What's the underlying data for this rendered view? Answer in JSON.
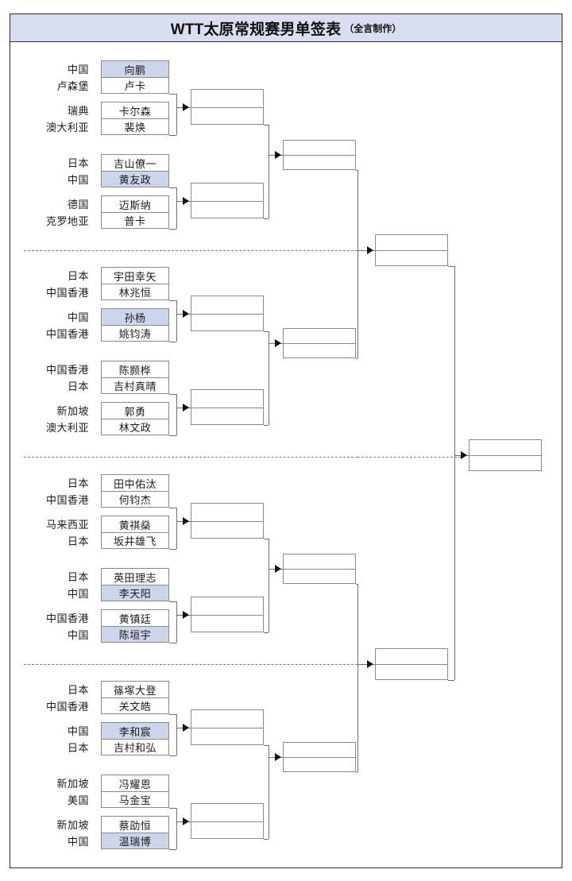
{
  "title": {
    "main": "WTT太原常规赛男单签表",
    "sub": "（全言制作）"
  },
  "colors": {
    "title_bg": "#d9dff0",
    "highlight": "#ccd5ea",
    "box_border": "#8a8a8a",
    "frame_border": "#2a2a2a"
  },
  "bracket": {
    "type": "single-elimination",
    "rounds": 5,
    "sections": [
      {
        "id": "section-1",
        "matches": [
          {
            "id": "m1",
            "players": [
              {
                "country": "中国",
                "name": "向鹏",
                "highlight": true
              },
              {
                "country": "卢森堡",
                "name": "卢卡",
                "highlight": false
              }
            ]
          },
          {
            "id": "m2",
            "players": [
              {
                "country": "瑞典",
                "name": "卡尔森",
                "highlight": false
              },
              {
                "country": "澳大利亚",
                "name": "裴焕",
                "highlight": false
              }
            ]
          },
          {
            "id": "m3",
            "players": [
              {
                "country": "日本",
                "name": "吉山僚一",
                "highlight": false
              },
              {
                "country": "中国",
                "name": "黄友政",
                "highlight": true
              }
            ]
          },
          {
            "id": "m4",
            "players": [
              {
                "country": "德国",
                "name": "迈斯纳",
                "highlight": false
              },
              {
                "country": "克罗地亚",
                "name": "普卡",
                "highlight": false
              }
            ]
          }
        ]
      },
      {
        "id": "section-2",
        "matches": [
          {
            "id": "m5",
            "players": [
              {
                "country": "日本",
                "name": "宇田幸矢",
                "highlight": false
              },
              {
                "country": "中国香港",
                "name": "林兆恒",
                "highlight": false
              }
            ]
          },
          {
            "id": "m6",
            "players": [
              {
                "country": "中国",
                "name": "孙杨",
                "highlight": true
              },
              {
                "country": "中国香港",
                "name": "姚钧涛",
                "highlight": false
              }
            ]
          },
          {
            "id": "m7",
            "players": [
              {
                "country": "中国香港",
                "name": "陈颢桦",
                "highlight": false
              },
              {
                "country": "日本",
                "name": "吉村真晴",
                "highlight": false
              }
            ]
          },
          {
            "id": "m8",
            "players": [
              {
                "country": "新加坡",
                "name": "郭勇",
                "highlight": false
              },
              {
                "country": "澳大利亚",
                "name": "林文政",
                "highlight": false
              }
            ]
          }
        ]
      },
      {
        "id": "section-3",
        "matches": [
          {
            "id": "m9",
            "players": [
              {
                "country": "日本",
                "name": "田中佑汰",
                "highlight": false
              },
              {
                "country": "中国香港",
                "name": "何钧杰",
                "highlight": false
              }
            ]
          },
          {
            "id": "m10",
            "players": [
              {
                "country": "马来西亚",
                "name": "黄祺燊",
                "highlight": false
              },
              {
                "country": "日本",
                "name": "坂井雄飞",
                "highlight": false
              }
            ]
          },
          {
            "id": "m11",
            "players": [
              {
                "country": "日本",
                "name": "英田理志",
                "highlight": false
              },
              {
                "country": "中国",
                "name": "李天阳",
                "highlight": true
              }
            ]
          },
          {
            "id": "m12",
            "players": [
              {
                "country": "中国香港",
                "name": "黄镇廷",
                "highlight": false
              },
              {
                "country": "中国",
                "name": "陈垣宇",
                "highlight": true
              }
            ]
          }
        ]
      },
      {
        "id": "section-4",
        "matches": [
          {
            "id": "m13",
            "players": [
              {
                "country": "日本",
                "name": "篠塚大登",
                "highlight": false
              },
              {
                "country": "中国香港",
                "name": "关文皓",
                "highlight": false
              }
            ]
          },
          {
            "id": "m14",
            "players": [
              {
                "country": "中国",
                "name": "李和宸",
                "highlight": true
              },
              {
                "country": "日本",
                "name": "吉村和弘",
                "highlight": false
              }
            ]
          },
          {
            "id": "m15",
            "players": [
              {
                "country": "新加坡",
                "name": "冯耀恩",
                "highlight": false
              },
              {
                "country": "美国",
                "name": "马金宝",
                "highlight": false
              }
            ]
          },
          {
            "id": "m16",
            "players": [
              {
                "country": "新加坡",
                "name": "蔡劭恒",
                "highlight": false
              },
              {
                "country": "中国",
                "name": "温瑞博",
                "highlight": true
              }
            ]
          }
        ]
      }
    ],
    "round2_slots": [
      {
        "id": "r2-1"
      },
      {
        "id": "r2-2"
      },
      {
        "id": "r2-3"
      },
      {
        "id": "r2-4"
      },
      {
        "id": "r2-5"
      },
      {
        "id": "r2-6"
      },
      {
        "id": "r2-7"
      },
      {
        "id": "r2-8"
      }
    ],
    "round3_slots": [
      {
        "id": "r3-1"
      },
      {
        "id": "r3-2"
      },
      {
        "id": "r3-3"
      },
      {
        "id": "r3-4"
      }
    ],
    "round4_slots": [
      {
        "id": "r4-1"
      },
      {
        "id": "r4-2"
      }
    ],
    "final_slot": {
      "id": "final"
    }
  }
}
